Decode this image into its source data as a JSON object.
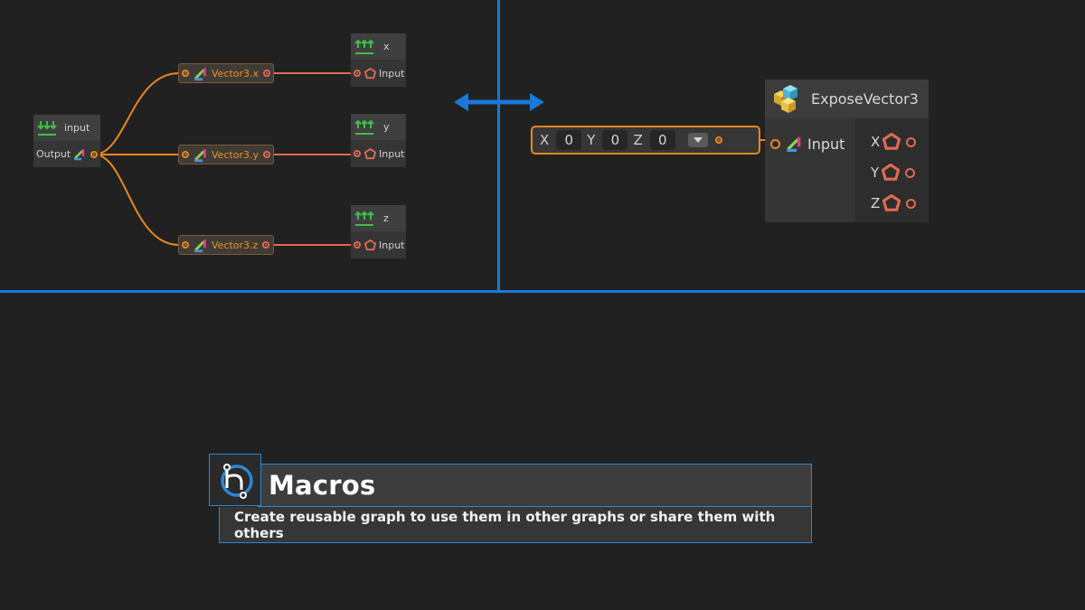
{
  "graph_left": {
    "input_node": {
      "title": "input",
      "output_label": "Output"
    },
    "members": [
      {
        "label": "Vector3.x"
      },
      {
        "label": "Vector3.y"
      },
      {
        "label": "Vector3.z"
      }
    ],
    "outputs": [
      {
        "title": "x",
        "input_label": "Input"
      },
      {
        "title": "y",
        "input_label": "Input"
      },
      {
        "title": "z",
        "input_label": "Input"
      }
    ]
  },
  "graph_right": {
    "vector_field": {
      "x_label": "X",
      "x_value": "0",
      "y_label": "Y",
      "y_value": "0",
      "z_label": "Z",
      "z_value": "0"
    },
    "expose_node": {
      "title": "ExposeVector3",
      "input_label": "Input",
      "outputs": [
        "X",
        "Y",
        "Z"
      ]
    }
  },
  "banner": {
    "title": "Macros",
    "subtitle": "Create reusable graph to use them in other graphs or share them with others"
  },
  "colors": {
    "accent_blue": "#1a78d8",
    "wire_orange": "#e9881e",
    "wire_red": "#e06a52",
    "background": "#212121"
  },
  "icons": {
    "input_node": "graph-input-icon",
    "output_node": "graph-output-icon",
    "vector": "vector3-icon",
    "port_type": "pentagon-icon",
    "expose_node": "cubes-icon",
    "banner": "macro-icon",
    "split_arrow": "double-arrow-icon"
  }
}
